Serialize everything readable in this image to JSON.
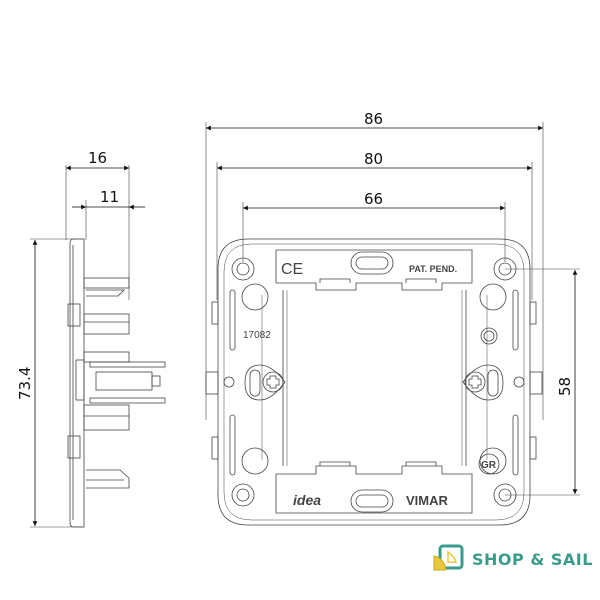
{
  "dimensions": {
    "side_depth_total": "16",
    "side_depth_body": "11",
    "side_height": "73.4",
    "front_width_outer": "86",
    "front_width_mid": "80",
    "front_width_inner": "66",
    "front_hole_spacing": "58"
  },
  "markings": {
    "ce": "CE",
    "patent": "PAT. PEND.",
    "code": "17082",
    "brand_left": "idea",
    "brand_right": "VIMAR",
    "gr": "GR"
  },
  "watermark": {
    "text": "SHOP & SAIL",
    "color": "#3a9a8c",
    "accent": "#e8c93a"
  },
  "colors": {
    "line": "#333333",
    "light_line": "#777777"
  }
}
